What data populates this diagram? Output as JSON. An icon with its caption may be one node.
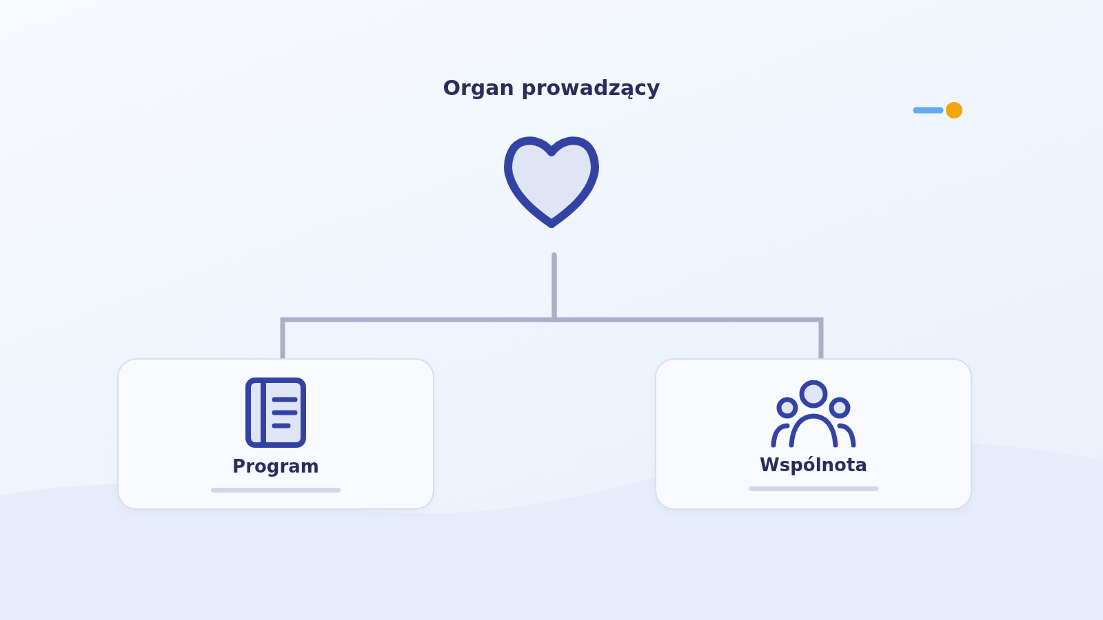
{
  "diagram": {
    "nodes": [
      {
        "text": [
          "Organ prowadzący"
        ]
      },
      {
        "text": [
          "Program"
        ]
      },
      {
        "text": [
          "Wspólnota"
        ]
      }
    ],
    "edges": [
      {
        "from": 0,
        "to": 1,
        "arrow": "none"
      },
      {
        "from": 0,
        "to": 2,
        "arrow": "none"
      }
    ]
  }
}
